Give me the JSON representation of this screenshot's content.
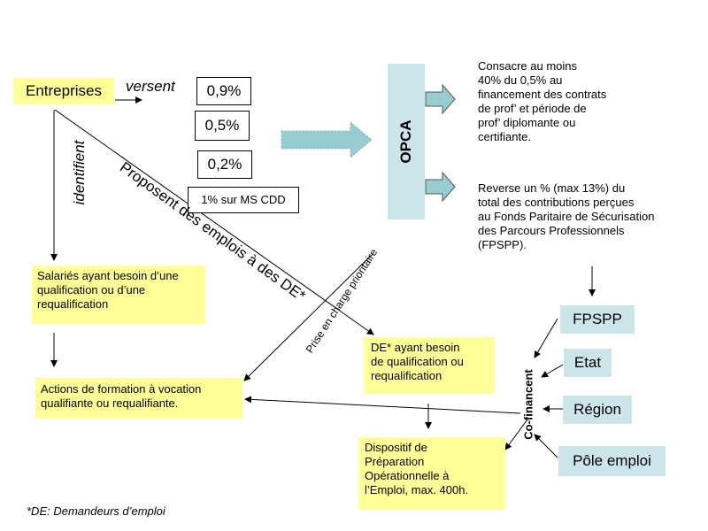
{
  "entreprises": "Entreprises",
  "versent": "versent",
  "pct1": "0,9%",
  "pct2": "0,5%",
  "pct3": "0,2%",
  "ms_cdd": "1% sur  MS CDD",
  "opca": "OPCA",
  "right_text_1": [
    "Consacre au moins",
    "40% du 0,5% au",
    "financement des contrats",
    "de prof’ et période de",
    "prof’ diplomante ou",
    "certifiante."
  ],
  "right_text_2": [
    "Reverse un % (max 13%) du",
    "total des contributions perçues",
    "au Fonds Paritaire de Sécurisation",
    "des Parcours Professionnels",
    "(FPSPP)."
  ],
  "identifient": "identifient",
  "proposent": "Proposent des emplois à des DE*",
  "prise_en_charge": "Prise en charge prioritaire",
  "salaries": [
    "Salariés ayant besoin d’une",
    "qualification ou d’une",
    "requalification"
  ],
  "de_besoin": [
    "DE* ayant besoin",
    "de qualification ou",
    "requalification"
  ],
  "actions": [
    "Actions de formation à vocation",
    "qualifiante ou requalifiante."
  ],
  "dispositif": [
    "Dispositif de",
    "Préparation",
    "Opérationnelle à",
    "l’Emploi, max. 400h."
  ],
  "co_financent": "Co-financent",
  "fpspp": "FPSPP",
  "etat": "Etat",
  "region": "Région",
  "pole_emploi": "Pôle emploi",
  "footnote": "*DE: Demandeurs d’emploi",
  "colors": {
    "yellow": "#ffff99",
    "teal": "#cce5e8",
    "arrow_fill": "#99ccd1"
  }
}
